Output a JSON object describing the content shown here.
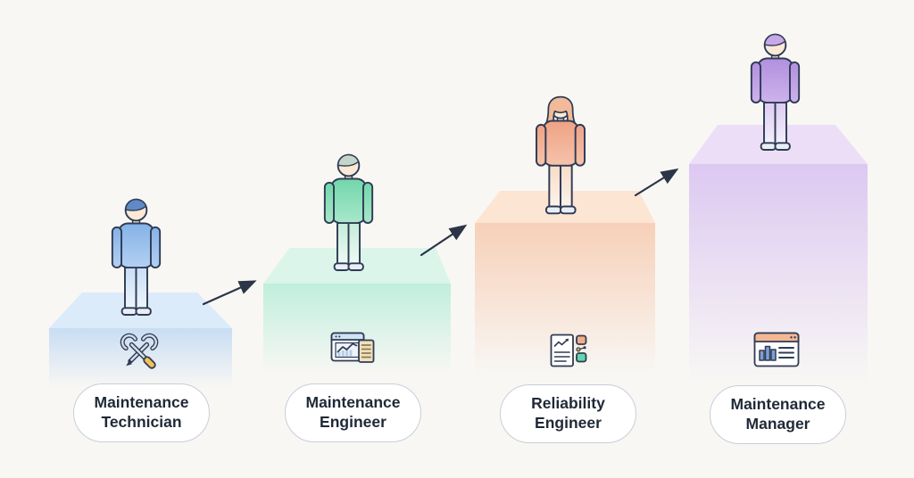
{
  "diagram_title": "maintenance career progression ladder",
  "canvas": {
    "background": "#f8f7f4",
    "outline": "#2f3b54",
    "arrow": "#2b3547",
    "skin": "#fbe9d7",
    "shoe": "#e9eef5",
    "pill_bg": "#ffffff",
    "pill_border": "#c8ced8",
    "pill_text": "#1f2937"
  },
  "icon_colors": {
    "metal": "#d4dde9",
    "handle_yellow": "#f2c257",
    "window_header_blue": "#cfe4f4",
    "window_header_peach": "#f3b893",
    "doc_tan": "#f1e0bd",
    "doc_line": "#8d7b4f",
    "bar_blue": "#7d9fd6",
    "chart_bar_light": "#b8cfe8",
    "square_orange": "#f2ae88",
    "square_green": "#63d6ab",
    "dot_yellow": "#e9b23e"
  },
  "steps": [
    {
      "name": "maintenance-technician",
      "label": "Maintenance Technician",
      "figure": "male",
      "icon": "wrench-screwdriver-icon",
      "colors": {
        "sweater_top": "#85b2e7",
        "sweater_bottom": "#b3d0f2",
        "pants_top": "#c9def5",
        "pants_bottom": "#eff5fc",
        "hair": "#5f8ac6",
        "platform_top": "#dcebfa",
        "platform_front": "#c8ddf3"
      }
    },
    {
      "name": "maintenance-engineer",
      "label": "Maintenance Engineer",
      "figure": "male",
      "icon": "chart-report-icon",
      "colors": {
        "sweater_top": "#72d7aa",
        "sweater_bottom": "#a8e7ca",
        "pants_top": "#c4ecd9",
        "pants_bottom": "#effaf5",
        "hair": "#c3d6c9",
        "platform_top": "#dbf5ea",
        "platform_front": "#c0eedd"
      }
    },
    {
      "name": "reliability-engineer",
      "label": "Reliability Engineer",
      "figure": "female",
      "icon": "analysis-doc-icon",
      "colors": {
        "sweater_top": "#efa285",
        "sweater_bottom": "#f5c3aa",
        "pants_top": "#f7dcc9",
        "pants_bottom": "#fdf4ec",
        "hair": "#f2ba98",
        "platform_top": "#fce5d3",
        "platform_front": "#f7d0b8"
      }
    },
    {
      "name": "maintenance-manager",
      "label": "Maintenance Manager",
      "figure": "male",
      "icon": "dashboard-icon",
      "colors": {
        "sweater_top": "#b28fdf",
        "sweater_bottom": "#ccb3ec",
        "pants_top": "#ddccf2",
        "pants_bottom": "#f5f0fb",
        "hair": "#c7a9e7",
        "platform_top": "#eddef8",
        "platform_front": "#ddc8f2"
      }
    }
  ]
}
